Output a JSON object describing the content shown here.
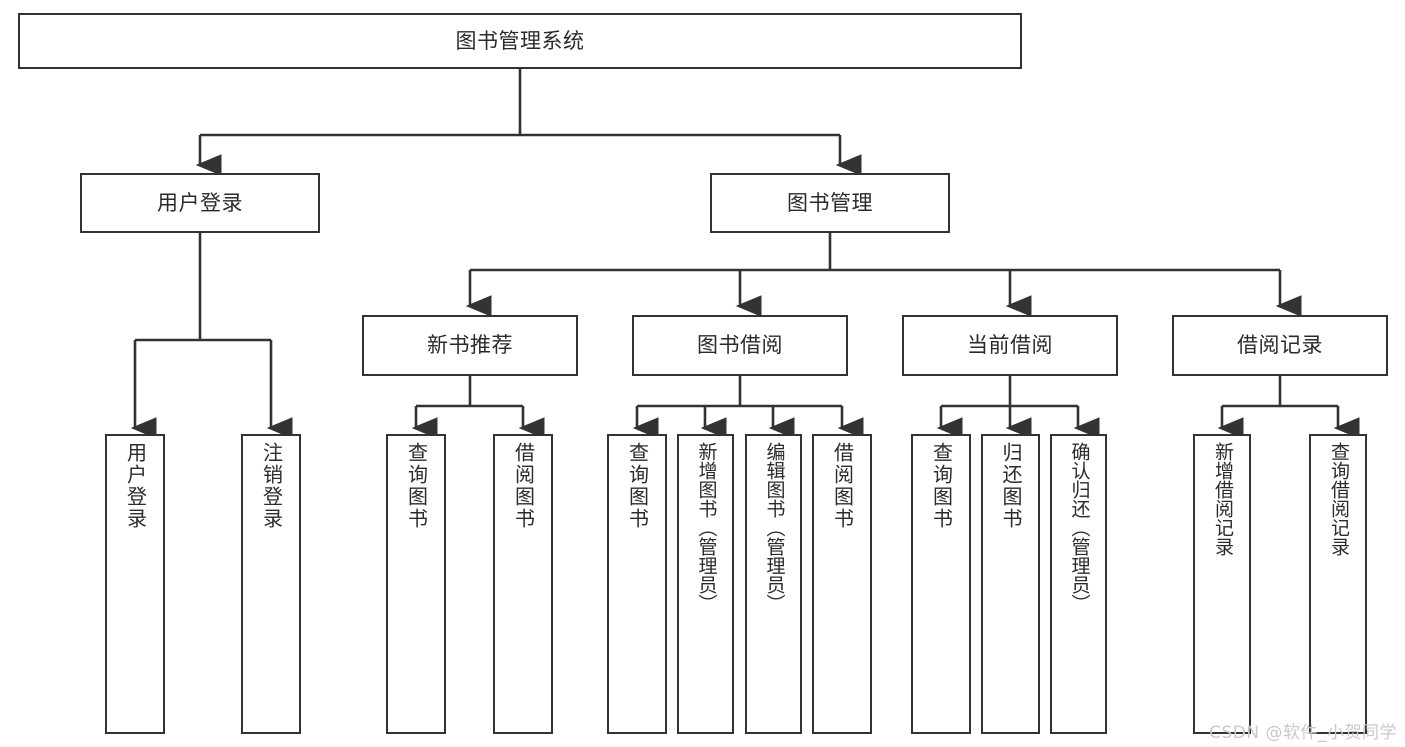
{
  "diagram": {
    "type": "tree-hierarchy",
    "title": "图书管理系统",
    "stroke_color": "#333333",
    "text_color": "#2b2b2b",
    "background_color": "#ffffff",
    "root": {
      "label": "图书管理系统"
    },
    "level2": [
      {
        "label": "用户登录"
      },
      {
        "label": "图书管理"
      }
    ],
    "level3": [
      {
        "label": "新书推荐"
      },
      {
        "label": "图书借阅"
      },
      {
        "label": "当前借阅"
      },
      {
        "label": "借阅记录"
      }
    ],
    "leaves": {
      "user_login": [
        {
          "label": "用户登录"
        },
        {
          "label": "注销登录"
        }
      ],
      "new_book": [
        {
          "label": "查询图书"
        },
        {
          "label": "借阅图书"
        }
      ],
      "book_borrow": [
        {
          "label": "查询图书"
        },
        {
          "label": "新增图书（管理员）"
        },
        {
          "label": "编辑图书（管理员）"
        },
        {
          "label": "借阅图书"
        }
      ],
      "current_borrow": [
        {
          "label": "查询图书"
        },
        {
          "label": "归还图书"
        },
        {
          "label": "确认归还（管理员）"
        }
      ],
      "borrow_record": [
        {
          "label": "新增借阅记录"
        },
        {
          "label": "查询借阅记录"
        }
      ]
    }
  },
  "watermark": {
    "text": "CSDN @软件_小贺同学"
  }
}
